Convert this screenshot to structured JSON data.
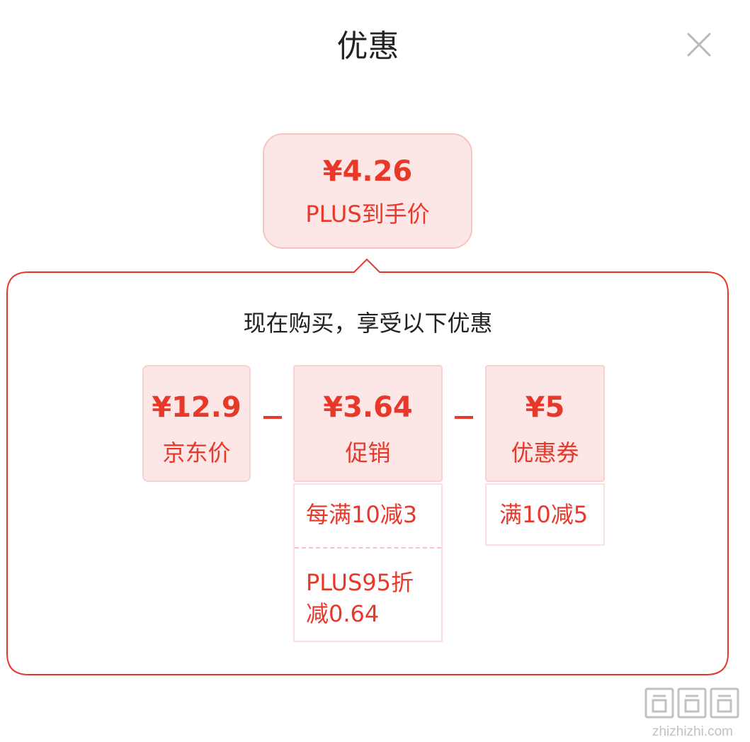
{
  "header": {
    "title": "优惠",
    "close_icon": "close-icon"
  },
  "final_price": {
    "amount": "¥4.26",
    "label": "PLUS到手价"
  },
  "breakdown": {
    "subtitle": "现在购买，享受以下优惠",
    "jd_price": {
      "amount": "¥12.9",
      "label": "京东价"
    },
    "promotion": {
      "amount": "¥3.64",
      "label": "促销",
      "details": [
        "每满10减3",
        "PLUS95折减0.64"
      ]
    },
    "coupon": {
      "amount": "¥5",
      "label": "优惠券",
      "details": [
        "满10减5"
      ]
    }
  },
  "watermark": {
    "text": "zhizhizhi.com"
  },
  "colors": {
    "accent": "#e8382a",
    "chip_bg": "#fde6e6",
    "text": "#222222"
  }
}
